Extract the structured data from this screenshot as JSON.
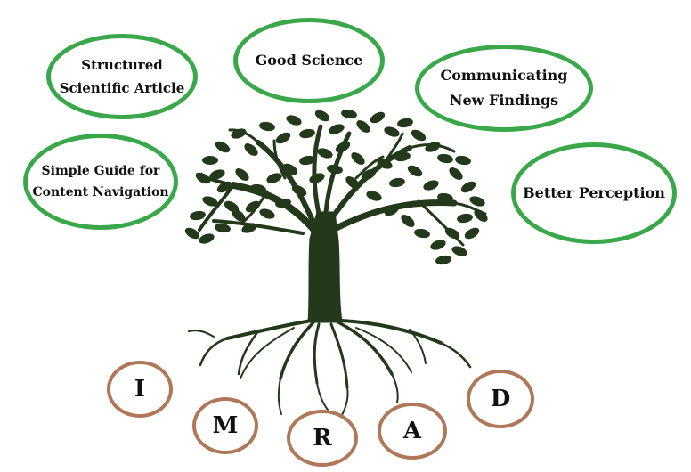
{
  "bubbles": {
    "structured": [
      "Structured",
      "Scientific Article"
    ],
    "good_science": "Good Science",
    "communicating": [
      "Communicating",
      "New Findings"
    ],
    "simple_guide": [
      "Simple Guide for",
      "Content Navigation"
    ],
    "better_perception": "Better Perception"
  },
  "imrad": [
    "I",
    "M",
    "R",
    "A",
    "D"
  ],
  "colors": {
    "bubble_border": "#3aa84a",
    "letter_border": "#b0785a",
    "tree": "#24391b"
  }
}
